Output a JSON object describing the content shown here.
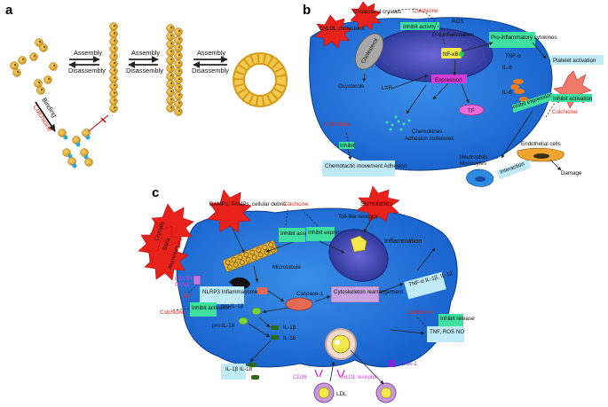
{
  "panels": {
    "a": "a",
    "b": "b",
    "c": "c"
  },
  "a": {
    "assembly": "Assembly",
    "disassembly": "Disassembly",
    "binding": "Binding",
    "colchicine": "Colchicine"
  },
  "b": {
    "cholesterol_crystals": "Cholesterol crystals",
    "oxldl_cholesterol": "OxLDL cholesterol",
    "colchicine_top": "Colchicine",
    "inhibit_activity": "Inhibit activity",
    "ros": "ROS",
    "pro_inflammation": "Pro-inflammation",
    "nfkb": "NF-κB",
    "pro_inflammatory_cytokines": "Pro-inflammatory cytokines",
    "cholesterol": "Cholesterol",
    "tnf_a": "TNF-α",
    "il6": "IL-6",
    "il8": "IL-8",
    "platelet_activation": "Platelet activation",
    "oxysterols": "Oxysterols",
    "lxr": "LXR",
    "expression": "Expression",
    "inhibit_expression": "Inhibit expression",
    "inhibit_activation": "Inhibit activation",
    "colchicine_right": "Colchicine",
    "tf": "TF",
    "colchicine_left": "Colchicine",
    "chemokines": "Chemokines",
    "adhesion_molecules": "Adhesion molecules",
    "inhibit": "Inhibit",
    "chemotactic": "Chemotactic movement Adhesion",
    "neutrophils": "Neutrophils",
    "monocytes": "Monocytes",
    "interaction": "Interaction",
    "endothelial_cells": "Endothelial cells",
    "damage": "Damage"
  },
  "c": {
    "star1": "Crystals",
    "star2": "Silica",
    "star3": "Aluminum",
    "damps": "DAMPs, PAMPs, cellular debris",
    "colchicine_top": "Colchicine",
    "stimulation": "Stimulation",
    "toll_like": "Toll-like receptor",
    "inhibit_assembly": "Inhibit assembly",
    "inhibit_expression": "Inhibit expression",
    "microtubule": "Microtubule",
    "p2x7": "P2X7R",
    "panx": "PANX",
    "atp": "ATP",
    "nlrp3": "NLRP3 Inflammasome",
    "caspase1": "Caspase-1",
    "cytoskeleton": "Cytoskeleton rearrangement",
    "inflammation": "Inflammation",
    "cytokines_box": "TNF-α IL-1β, IL-12",
    "colchicine_left": "Colchicine",
    "inhibit_activation": "Inhibit activation",
    "pro_il1b": "pro-IL-1β",
    "pro_il18": "pro-IL-18",
    "il1b": "IL-1β",
    "il18": "IL-18",
    "colchicine_right": "Colchicine",
    "inhibit_release": "Inhibit release",
    "tnf_ros_no": "TNF, ROS NO",
    "il_box": "IL-1β IL-18",
    "apoa1": "ApoA-1",
    "cd36": "CD36",
    "oxldl_receptor": "oxLDL receptor",
    "ldl": "LDL"
  },
  "colors": {
    "cell": "#1c6fd6",
    "cell_light": "#4a9ef0",
    "nucleus": "#2a3fa6",
    "star_red": "#e8221b",
    "green_box": "#3fe0a0",
    "cyan_box": "#bfeaf7",
    "purple_box": "#c7a4e0",
    "magenta": "#d83ad8",
    "tubulin": "#e2b43a"
  }
}
